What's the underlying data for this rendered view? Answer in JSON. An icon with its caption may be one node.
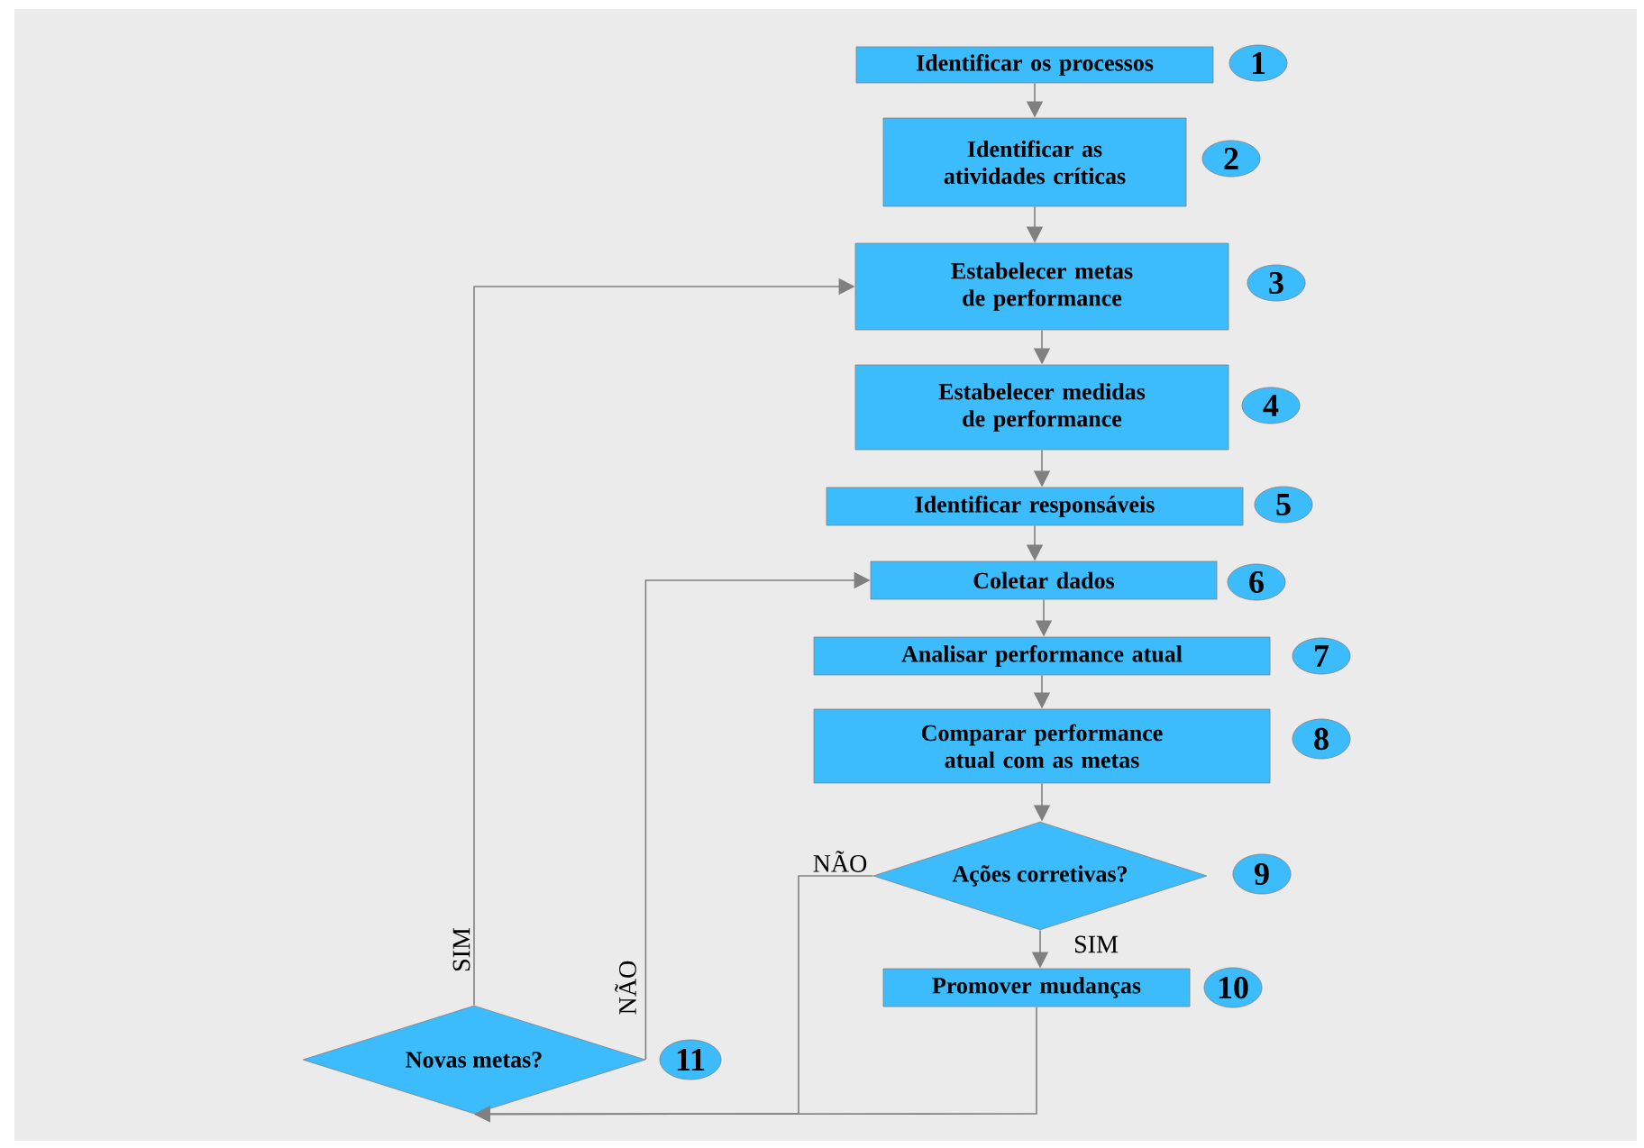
{
  "diagram": {
    "nodes": [
      {
        "text": [
          "Identificar os processos"
        ]
      },
      {
        "text": [
          "Identificar as atividades críticas"
        ]
      },
      {
        "text": [
          "Estabelecer metas de performance"
        ]
      },
      {
        "text": [
          "Estabelecer medidas de performance"
        ]
      },
      {
        "text": [
          "Identificar responsáveis"
        ]
      },
      {
        "text": [
          "Coletar dados"
        ]
      },
      {
        "text": [
          "Analisar  performance atual"
        ]
      },
      {
        "text": [
          "Comparar  performance atual com as metas"
        ]
      },
      {
        "text": [
          "Ações corretivas?"
        ]
      },
      {
        "text": [
          "Promover mudanças"
        ]
      },
      {
        "text": [
          "Novas metas?"
        ]
      },
      {
        "text": [
          "1"
        ]
      },
      {
        "text": [
          "2"
        ]
      },
      {
        "text": [
          "3"
        ]
      },
      {
        "text": [
          "4"
        ]
      },
      {
        "text": [
          "5"
        ]
      },
      {
        "text": [
          "6"
        ]
      },
      {
        "text": [
          "7"
        ]
      },
      {
        "text": [
          "8"
        ]
      },
      {
        "text": [
          "9"
        ]
      },
      {
        "text": [
          "10"
        ]
      },
      {
        "text": [
          "11"
        ]
      }
    ],
    "edges": [
      {
        "from": 0,
        "to": 1,
        "arrow": "to"
      },
      {
        "from": 1,
        "to": 2,
        "arrow": "to"
      },
      {
        "from": 2,
        "to": 3,
        "arrow": "to"
      },
      {
        "from": 3,
        "to": 4,
        "arrow": "to"
      },
      {
        "from": 4,
        "to": 5,
        "arrow": "to"
      },
      {
        "from": 5,
        "to": 6,
        "arrow": "to"
      },
      {
        "from": 6,
        "to": 7,
        "arrow": "to"
      },
      {
        "from": 7,
        "to": 8,
        "arrow": "to"
      },
      {
        "from": 8,
        "to": 9,
        "label": "SIM",
        "arrow": "to"
      },
      {
        "from": 8,
        "to": 10,
        "label": "NÃO",
        "arrow": "to"
      },
      {
        "from": 9,
        "to": 10,
        "arrow": "to"
      },
      {
        "from": 10,
        "to": 2,
        "label": "SIM",
        "arrow": "to"
      },
      {
        "from": 10,
        "to": 5,
        "label": "NÃO",
        "arrow": "to"
      }
    ]
  }
}
